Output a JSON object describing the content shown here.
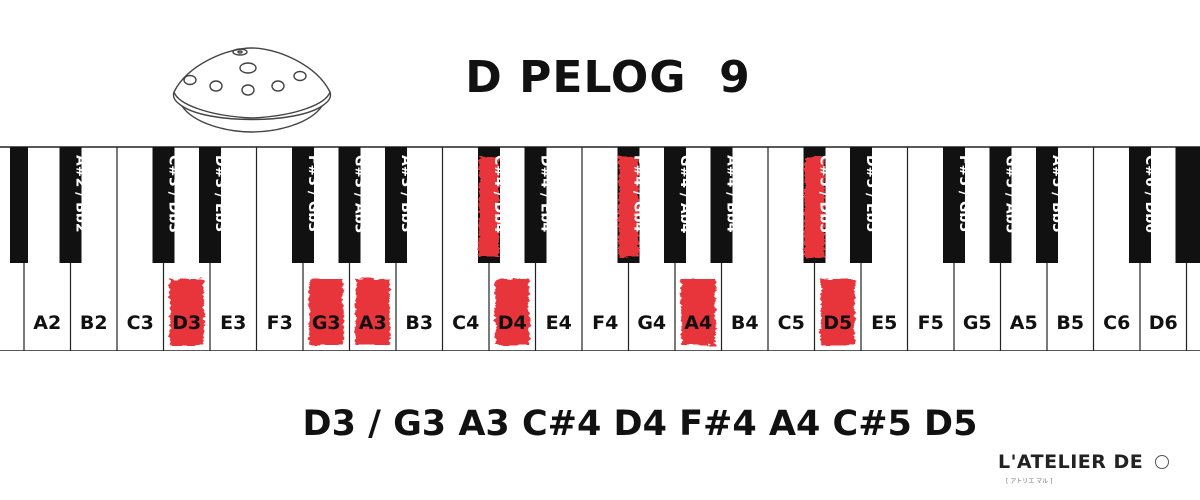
{
  "title": "D PELOG  9",
  "scale_notes": "D3 / G3 A3 C#4 D4 F#4 A4 C#5 D5",
  "brand": {
    "name": "L'ATELIER DE",
    "sub": "[ アトリエ マル ]"
  },
  "icon": "handpan-icon",
  "colors": {
    "highlight": "#e8343a",
    "key_black": "#111111",
    "text": "#111111"
  },
  "keyboard": {
    "white_keys": [
      {
        "label": "A2",
        "hl": false
      },
      {
        "label": "B2",
        "hl": false
      },
      {
        "label": "C3",
        "hl": false
      },
      {
        "label": "D3",
        "hl": true
      },
      {
        "label": "E3",
        "hl": false
      },
      {
        "label": "F3",
        "hl": false
      },
      {
        "label": "G3",
        "hl": true
      },
      {
        "label": "A3",
        "hl": true
      },
      {
        "label": "B3",
        "hl": false
      },
      {
        "label": "C4",
        "hl": false
      },
      {
        "label": "D4",
        "hl": true
      },
      {
        "label": "E4",
        "hl": false
      },
      {
        "label": "F4",
        "hl": false
      },
      {
        "label": "G4",
        "hl": false
      },
      {
        "label": "A4",
        "hl": true
      },
      {
        "label": "B4",
        "hl": false
      },
      {
        "label": "C5",
        "hl": false
      },
      {
        "label": "D5",
        "hl": true
      },
      {
        "label": "E5",
        "hl": false
      },
      {
        "label": "F5",
        "hl": false
      },
      {
        "label": "G5",
        "hl": false
      },
      {
        "label": "A5",
        "hl": false
      },
      {
        "label": "B5",
        "hl": false
      },
      {
        "label": "C6",
        "hl": false
      },
      {
        "label": "D6",
        "hl": false
      }
    ],
    "black_keys": [
      {
        "label": "",
        "hl": false
      },
      {
        "label": "A#2 / Bb2",
        "hl": false
      },
      {
        "label": "C#3 / Db3",
        "hl": false
      },
      {
        "label": "D#3 / Eb3",
        "hl": false
      },
      {
        "label": "F#3 / Gb3",
        "hl": false
      },
      {
        "label": "G#3 / Ab3",
        "hl": false
      },
      {
        "label": "A#3 / Bb3",
        "hl": false
      },
      {
        "label": "C#4 / Db4",
        "hl": true
      },
      {
        "label": "D#4 / Eb4",
        "hl": false
      },
      {
        "label": "F#4 / Gb4",
        "hl": true
      },
      {
        "label": "G#4 / Ab4",
        "hl": false
      },
      {
        "label": "A#4 / Bb4",
        "hl": false
      },
      {
        "label": "C#5 / Db5",
        "hl": true
      },
      {
        "label": "D#5 / Eb5",
        "hl": false
      },
      {
        "label": "F#5 / Gb5",
        "hl": false
      },
      {
        "label": "G#5 / Ab5",
        "hl": false
      },
      {
        "label": "A#5 / Bb5",
        "hl": false
      },
      {
        "label": "C#6 / Db6",
        "hl": false
      },
      {
        "label": "",
        "hl": false
      }
    ]
  }
}
